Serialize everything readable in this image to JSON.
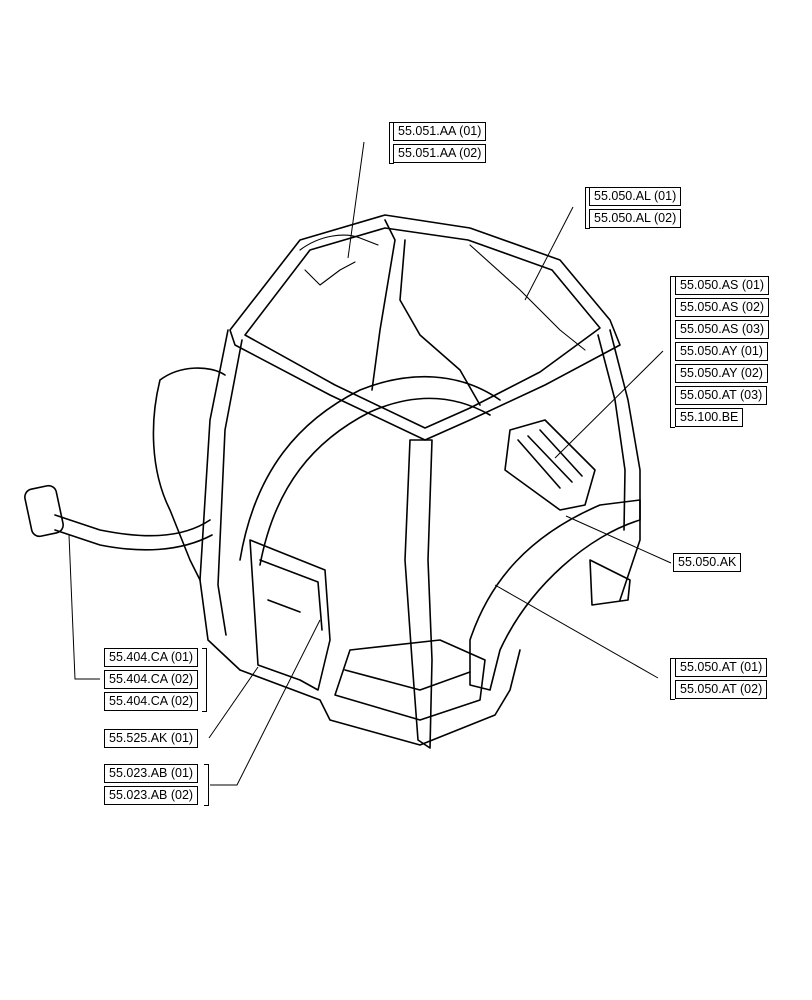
{
  "groups": [
    {
      "id": "g1",
      "refs": [
        "55.051.AA (01)",
        "55.051.AA (02)"
      ]
    },
    {
      "id": "g2",
      "refs": [
        "55.050.AL (01)",
        "55.050.AL (02)"
      ]
    },
    {
      "id": "g3",
      "refs": [
        "55.050.AS (01)",
        "55.050.AS (02)",
        "55.050.AS (03)",
        "55.050.AY (01)",
        "55.050.AY (02)",
        "55.050.AT (03)",
        "55.100.BE"
      ]
    },
    {
      "id": "g4",
      "refs": [
        "55.050.AK"
      ]
    },
    {
      "id": "g5",
      "refs": [
        "55.050.AT (01)",
        "55.050.AT (02)"
      ]
    },
    {
      "id": "g6",
      "refs": [
        "55.404.CA (01)",
        "55.404.CA (02)",
        "55.404.CA (02)"
      ]
    },
    {
      "id": "g7",
      "refs": [
        "55.525.AK (01)"
      ]
    },
    {
      "id": "g8",
      "refs": [
        "55.023.AB (01)",
        "55.023.AB (02)"
      ]
    }
  ]
}
